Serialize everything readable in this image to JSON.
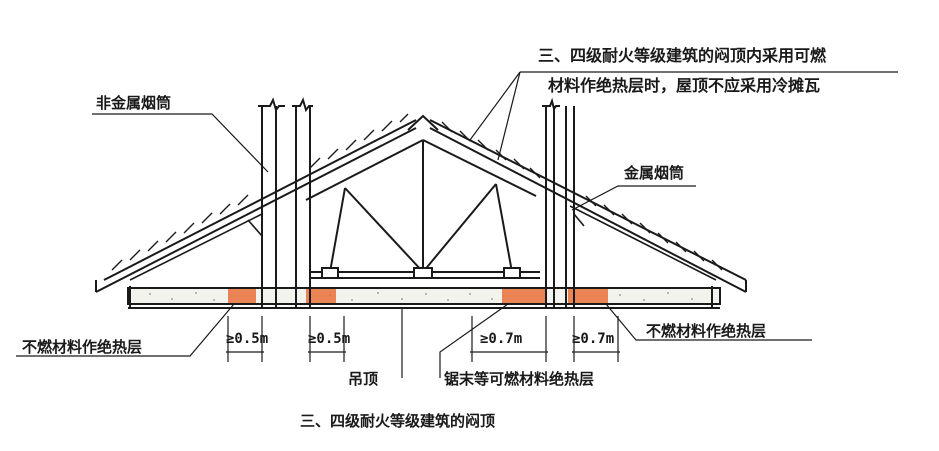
{
  "labels": {
    "note_line1": "三、四级耐火等级建筑的闷顶内采用可燃",
    "note_line2": "材料作绝热层时，屋顶不应采用冷摊瓦",
    "nonmetal_chimney": "非金属烟筒",
    "metal_chimney": "金属烟筒",
    "noncombustible_left": "不燃材料作绝热层",
    "noncombustible_right": "不燃材料作绝热层",
    "ceiling": "吊顶",
    "sawdust": "锯末等可燃材料绝热层",
    "caption": "三、四级耐火等级建筑的闷顶"
  },
  "dimensions": {
    "d1": "≥0.5m",
    "d2": "≥0.5m",
    "d3": "≥0.7m",
    "d4": "≥0.7m"
  },
  "colors": {
    "line": "#1a1a1a",
    "insulation_fill": "#f5f5f0",
    "highlight": "#e8703a",
    "background": "#ffffff"
  }
}
